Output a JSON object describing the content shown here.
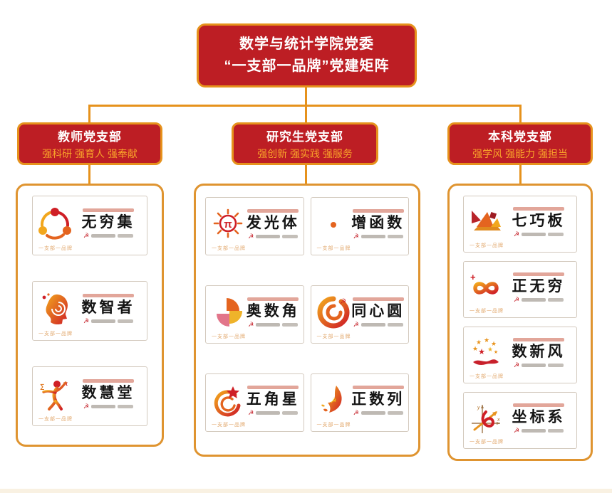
{
  "root": {
    "line1": "数学与统计学院党委",
    "line2": "“一支部一品牌”党建矩阵"
  },
  "colors": {
    "node_red": "#bd1e24",
    "line_orange": "#e6921c",
    "slogan_gold": "#f9a32a",
    "group_border": "#df9430"
  },
  "card_watermark": "一支部一品牌",
  "branches": [
    {
      "id": "teachers",
      "title": "教师党支部",
      "slogan": "强科研 强育人 强奉献",
      "cards": [
        {
          "title": "无穷集",
          "logo": "infinity-set-logo"
        },
        {
          "title": "数智者",
          "logo": "wise-head-logo"
        },
        {
          "title": "数慧堂",
          "logo": "wisdom-hall-logo"
        }
      ]
    },
    {
      "id": "graduate",
      "title": "研究生党支部",
      "slogan": "强创新 强实践 强服务",
      "cards": [
        {
          "title": "发光体",
          "logo": "glow-pi-logo"
        },
        {
          "title": "增函数",
          "logo": "increasing-function-logo"
        },
        {
          "title": "奥数角",
          "logo": "olympiad-corner-logo"
        },
        {
          "title": "同心圆",
          "logo": "concentric-circle-logo"
        },
        {
          "title": "五角星",
          "logo": "five-star-logo"
        },
        {
          "title": "正数列",
          "logo": "positive-sequence-logo"
        }
      ]
    },
    {
      "id": "undergraduate",
      "title": "本科党支部",
      "slogan": "强学风 强能力 强担当",
      "cards": [
        {
          "title": "七巧板",
          "logo": "tangram-logo"
        },
        {
          "title": "正无穷",
          "logo": "positive-infinity-logo"
        },
        {
          "title": "数新风",
          "logo": "new-wind-logo"
        },
        {
          "title": "坐标系",
          "logo": "coordinate-system-logo"
        }
      ]
    }
  ]
}
